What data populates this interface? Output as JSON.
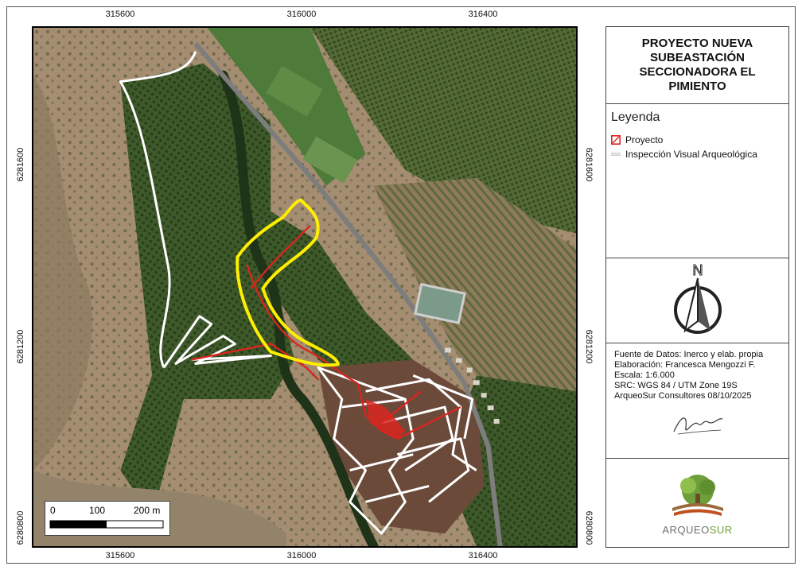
{
  "title": "PROYECTO NUEVA SUBEASTACIÓN SECCIONADORA EL PIMIENTO",
  "legend": {
    "title": "Leyenda",
    "items": [
      {
        "label": "Proyecto",
        "color": "#d8261f"
      },
      {
        "label": "Inspección Visual Arqueológica",
        "color": "#ffffff"
      }
    ]
  },
  "north_label": "N",
  "info": {
    "fuente": "Fuente de Datos: Inerco y elab. propia",
    "elaboracion": "Elaboración: Francesca Mengozzi F.",
    "escala": "Escala: 1:6.000",
    "src": "SRC: WGS 84 / UTM Zone 19S",
    "empresa": "ArqueoSur Consultores 08/10/2025"
  },
  "logo": {
    "arqueo": "ARQUEO",
    "sur": "SUR"
  },
  "scale_bar": {
    "labels": [
      "0",
      "100",
      "200 m"
    ]
  },
  "coords": {
    "top": [
      "315600",
      "316000",
      "316400"
    ],
    "bottom": [
      "315600",
      "316000",
      "316400"
    ],
    "left": [
      "6281600",
      "6281200",
      "6280800"
    ],
    "right": [
      "6281600",
      "6281200",
      "6280800"
    ]
  },
  "colors": {
    "project": "#d8261f",
    "inspection": "#ffffff",
    "highlight": "#ffee00",
    "vegetation_dark": "#3d5a2c",
    "terrain": "#a08a6e"
  }
}
